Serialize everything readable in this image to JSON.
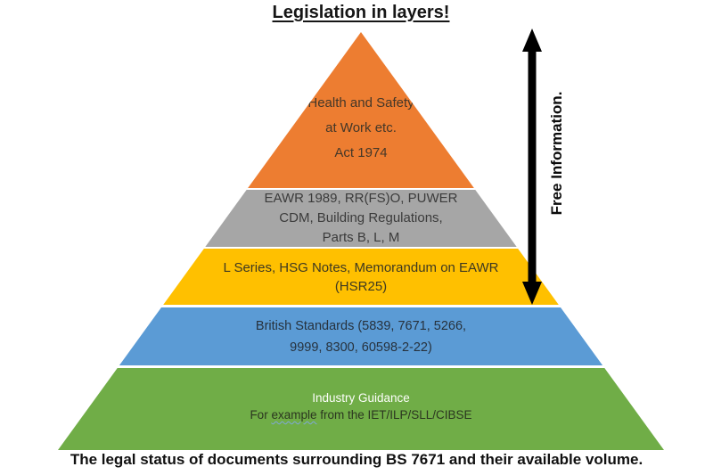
{
  "title": "Legislation in layers!",
  "caption": "The legal status of documents surrounding BS 7671 and their available volume.",
  "free_info_arrow": {
    "label": "Free Information.",
    "color": "#000000"
  },
  "pyramid": {
    "layers": [
      {
        "name": "health-and-safety-at-work-act",
        "color": "#ED7D31",
        "text_color": "#443728",
        "lines": [
          "Health and Safety",
          "at Work etc.",
          "Act 1974"
        ]
      },
      {
        "name": "statutory-regulations",
        "color": "#A6A6A6",
        "text_color": "#3B3B3B",
        "lines": [
          "EAWR 1989, RR(FS)O, PUWER",
          "CDM, Building Regulations,",
          "Parts B, L, M"
        ]
      },
      {
        "name": "hse-guidance",
        "color": "#FFC000",
        "text_color": "#3E3921",
        "lines": [
          "L Series, HSG Notes, Memorandum on EAWR",
          "(HSR25)"
        ]
      },
      {
        "name": "british-standards",
        "color": "#5B9BD5",
        "text_color": "#27323D",
        "lines": [
          "British Standards (5839, 7671, 5266,",
          "9999, 8300, 60598-2-22)"
        ]
      },
      {
        "name": "industry-guidance",
        "color": "#70AD47",
        "heading": "Industry Guidance",
        "heading_color": "#FDFEFB",
        "detail_prefix": "For ",
        "detail_marked_word": "example",
        "detail_suffix": " from the IET/ILP/SLL/CIBSE",
        "detail_color": "#2B3620",
        "squiggle_color": "#7FA8D9"
      }
    ]
  }
}
